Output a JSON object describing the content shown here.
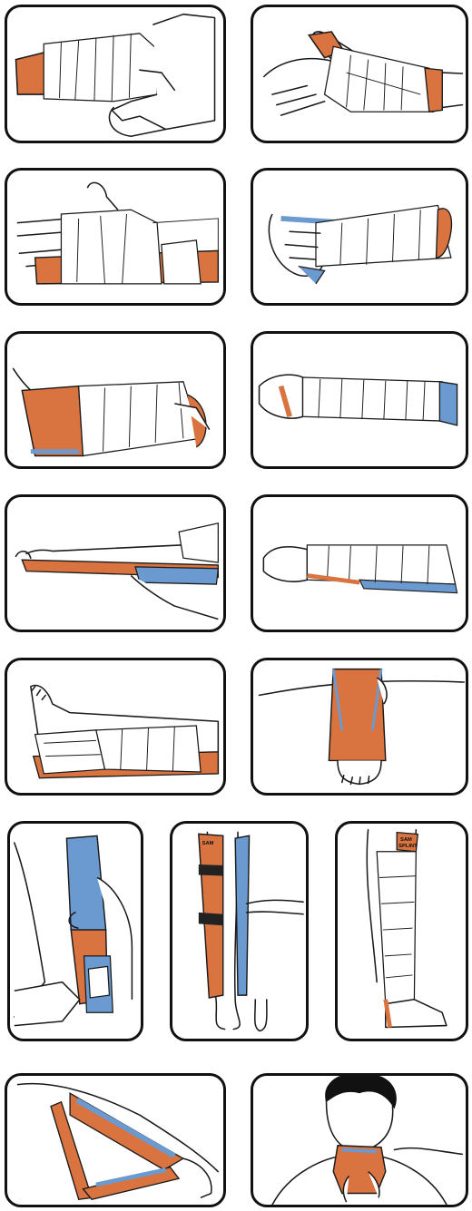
{
  "colors": {
    "splint_orange": "#D9733F",
    "splint_blue": "#6A9AD0",
    "outline": "#1a1a1a",
    "strap_black": "#222222"
  },
  "panels": [
    {
      "id": "thumb-splint-side"
    },
    {
      "id": "thumb-splint-wrapped"
    },
    {
      "id": "hand-splint-palm"
    },
    {
      "id": "wrist-splint-fist"
    },
    {
      "id": "ankle-splint-heel"
    },
    {
      "id": "forearm-splint-wrapped"
    },
    {
      "id": "full-arm-splint-laid"
    },
    {
      "id": "full-arm-splint-wrapped"
    },
    {
      "id": "ankle-wrap-side"
    },
    {
      "id": "ankle-stirrup-front"
    },
    {
      "id": "knee-splint-folding"
    },
    {
      "id": "leg-splint-strapped"
    },
    {
      "id": "leg-splint-wrapped"
    },
    {
      "id": "arm-sling-triangle"
    },
    {
      "id": "cervical-collar"
    }
  ],
  "splint_stamp": {
    "brand_line_1": "SAM",
    "brand_line_2": "SPLINT"
  }
}
